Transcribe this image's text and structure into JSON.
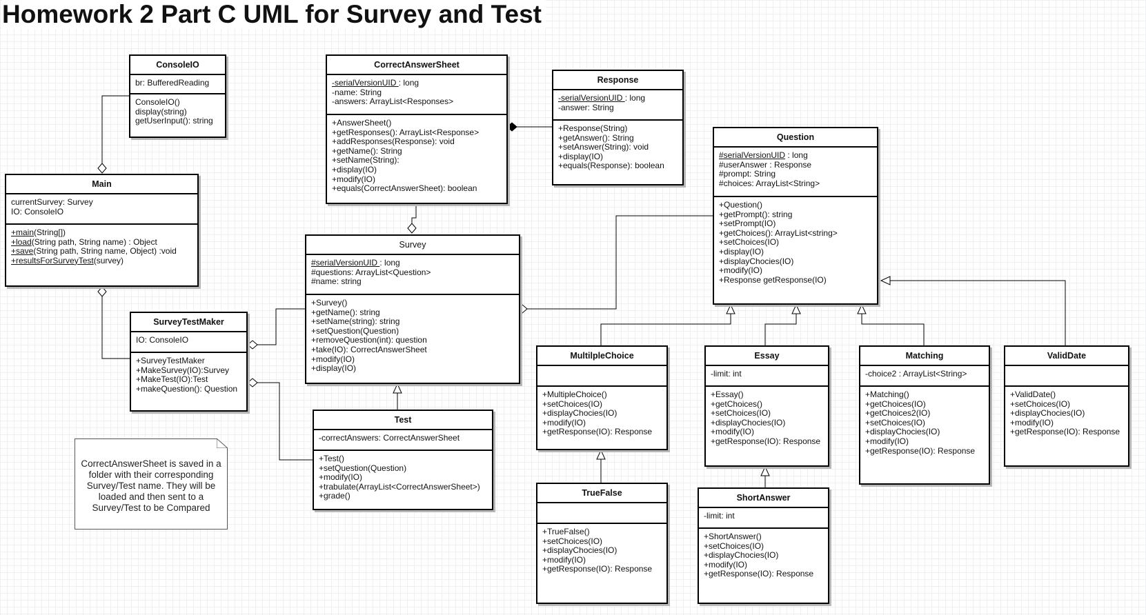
{
  "title": "Homework 2 Part C UML for Survey and Test",
  "note": "CorrectAnswerSheet is saved in a folder with their corresponding Survey/Test name. They will be loaded and then sent to a Survey/Test to be Compared",
  "classes": {
    "consoleio": {
      "name": "ConsoleIO",
      "attributes": [
        "br: BufferedReading"
      ],
      "methods": [
        "ConsoleIO()",
        "display(string)",
        "getUserInput(): string"
      ]
    },
    "correctanswersheet": {
      "name": "CorrectAnswerSheet",
      "attributes": [
        {
          "u": "-serialVersionUID ",
          "rest": ": long"
        },
        "-name: String",
        "-answers: ArrayList<Responses>"
      ],
      "methods": [
        "+AnswerSheet()",
        "+getResponses(): ArrayList<Response>",
        "+addResponses(Response): void",
        "+getName(): String",
        "+setName(String):",
        "+display(IO)",
        "+modify(IO)",
        "+equals(CorrectAnswerSheet): boolean"
      ]
    },
    "response": {
      "name": "Response",
      "attributes": [
        {
          "u": "-serialVersionUID ",
          "rest": ": long"
        },
        "-answer: String"
      ],
      "methods": [
        "+Response(String)",
        "+getAnswer(): String",
        "+setAnswer(String): void",
        "+display(IO)",
        "+equals(Response): boolean"
      ]
    },
    "question": {
      "name": "Question",
      "attributes": [
        {
          "u": "#serialVersionUID",
          "rest": " : long"
        },
        "#userAnswer : Response",
        "#prompt: String",
        "#choices: ArrayList<String>"
      ],
      "methods": [
        "+Question()",
        "+getPrompt(): string",
        "+setPrompt(IO)",
        "+getChoices(): ArrayList<string>",
        "+setChoices(IO)",
        "+display(IO)",
        "+displayChocies(IO)",
        "+modify(IO)",
        "+Response getResponse(IO)"
      ]
    },
    "main": {
      "name": "Main",
      "attributes": [
        "currentSurvey: Survey",
        "IO: ConsoleIO"
      ],
      "methods": [
        {
          "u": "+main",
          "rest": "(String[])"
        },
        {
          "u": "+load",
          "rest": "(String path, String name) : Object"
        },
        {
          "u": "+save",
          "rest": "(String path, String name, Object) :void"
        },
        {
          "u": "+resultsForSurveyTest",
          "rest": "(survey)"
        }
      ]
    },
    "survey": {
      "name": "Survey",
      "attributes": [
        {
          "u": "#serialVersionUID ",
          "rest": ": long"
        },
        "#questions: ArrayList<Question>",
        "#name: string"
      ],
      "methods": [
        "+Survey()",
        "+getName(): string",
        "+setName(string): string",
        "+setQuestion(Question)",
        "+removeQuestion(int): question",
        "+take(IO): CorrectAnswerSheet",
        "+modify(IO)",
        "+display(IO)"
      ]
    },
    "surveytestmaker": {
      "name": "SurveyTestMaker",
      "attributes": [
        "IO: ConsoleIO"
      ],
      "methods": [
        "+SurveyTestMaker",
        "+MakeSurvey(IO):Survey",
        "+MakeTest(IO):Test",
        "+makeQuestion(): Question"
      ]
    },
    "test": {
      "name": "Test",
      "attributes": [
        "-correctAnswers: CorrectAnswerSheet"
      ],
      "methods": [
        "+Test()",
        "+setQuestion(Question)",
        "+modify(IO)",
        "+trabulate(ArrayList<CorrectAnswerSheet>)",
        "+grade()"
      ]
    },
    "multiplechoice": {
      "name": "MultilpleChoice",
      "attributes": [],
      "methods": [
        "+MultipleChoice()",
        "+setChoices(IO)",
        "+displayChocies(IO)",
        "+modify(IO)",
        "+getResponse(IO): Response"
      ]
    },
    "essay": {
      "name": "Essay",
      "attributes": [
        "-limit: int"
      ],
      "methods": [
        "+Essay()",
        "+getChoices()",
        "+setChoices(IO)",
        "+displayChocies(IO)",
        "+modify(IO)",
        "+getResponse(IO): Response"
      ]
    },
    "matching": {
      "name": "Matching",
      "attributes": [
        "-choice2 : ArrayList<String>"
      ],
      "methods": [
        "+Matching()",
        "+getChoices(IO)",
        "+getChoices2(IO)",
        "+setChoices(IO)",
        "+displayChocies(IO)",
        "+modify(IO)",
        "+getResponse(IO): Response"
      ]
    },
    "validdate": {
      "name": "ValidDate",
      "attributes": [],
      "methods": [
        "+ValidDate()",
        "+setChoices(IO)",
        "+displayChocies(IO)",
        "+modify(IO)",
        "+getResponse(IO): Response"
      ]
    },
    "truefalse": {
      "name": "TrueFalse",
      "attributes": [],
      "methods": [
        "+TrueFalse()",
        "+setChoices(IO)",
        "+displayChocies(IO)",
        "+modify(IO)",
        "+getResponse(IO): Response"
      ]
    },
    "shortanswer": {
      "name": "ShortAnswer",
      "attributes": [
        "-limit: int"
      ],
      "methods": [
        "+ShortAnswer()",
        "+setChoices(IO)",
        "+displayChocies(IO)",
        "+modify(IO)",
        "+getResponse(IO): Response"
      ]
    }
  }
}
